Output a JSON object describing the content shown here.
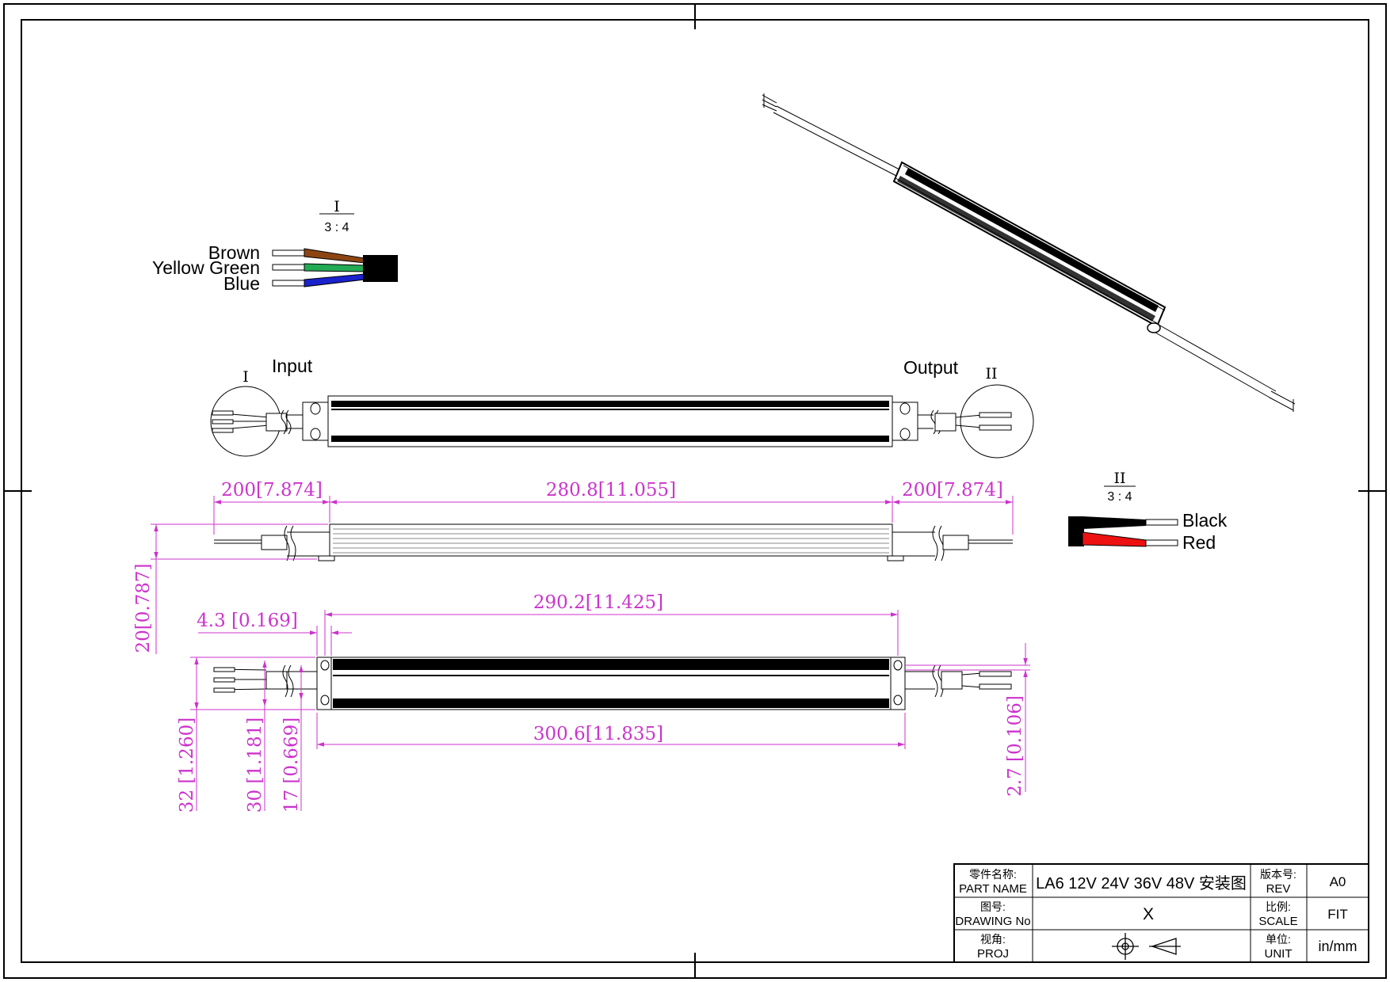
{
  "detail_views": {
    "input": {
      "marker": "I",
      "scale": "3 : 4",
      "wires": [
        "Brown",
        "Yellow Green",
        "Blue"
      ]
    },
    "output": {
      "marker": "II",
      "scale": "3 : 4",
      "wires": [
        "Black",
        "Red"
      ]
    }
  },
  "labels": {
    "input": "Input",
    "output": "Output",
    "input_marker": "I",
    "output_marker": "II"
  },
  "dimensions": {
    "lead_left": "200[7.874]",
    "body_length": "280.8[11.055]",
    "lead_right": "200[7.874]",
    "height": "20[0.787]",
    "hole_pitch": "290.2[11.425]",
    "hole_offset": "4.3 [0.169]",
    "overall_length": "300.6[11.835]",
    "width_32": "32 [1.260]",
    "width_30": "30 [1.181]",
    "width_17": "17 [0.669]",
    "flange": "2.7 [0.106]"
  },
  "title_block": {
    "part_name_label_cn": "零件名称:",
    "part_name_label_en": "PART NAME",
    "part_name": "LA6 12V 24V 36V 48V 安装图",
    "rev_label_cn": "版本号:",
    "rev_label_en": "REV",
    "rev": "A0",
    "drawing_no_label_cn": "图号:",
    "drawing_no_label_en": "DRAWING No",
    "drawing_no": "X",
    "scale_label_cn": "比例:",
    "scale_label_en": "SCALE",
    "scale": "FIT",
    "proj_label_cn": "视角:",
    "proj_label_en": "PROJ",
    "unit_label_cn": "单位:",
    "unit_label_en": "UNIT",
    "unit": "in/mm"
  },
  "colors": {
    "dimension": "#cc33cc",
    "brown": "#8b4513",
    "yellow_green": "#22aa55",
    "blue": "#1a22cc",
    "red": "#ee1111",
    "black": "#000000"
  }
}
